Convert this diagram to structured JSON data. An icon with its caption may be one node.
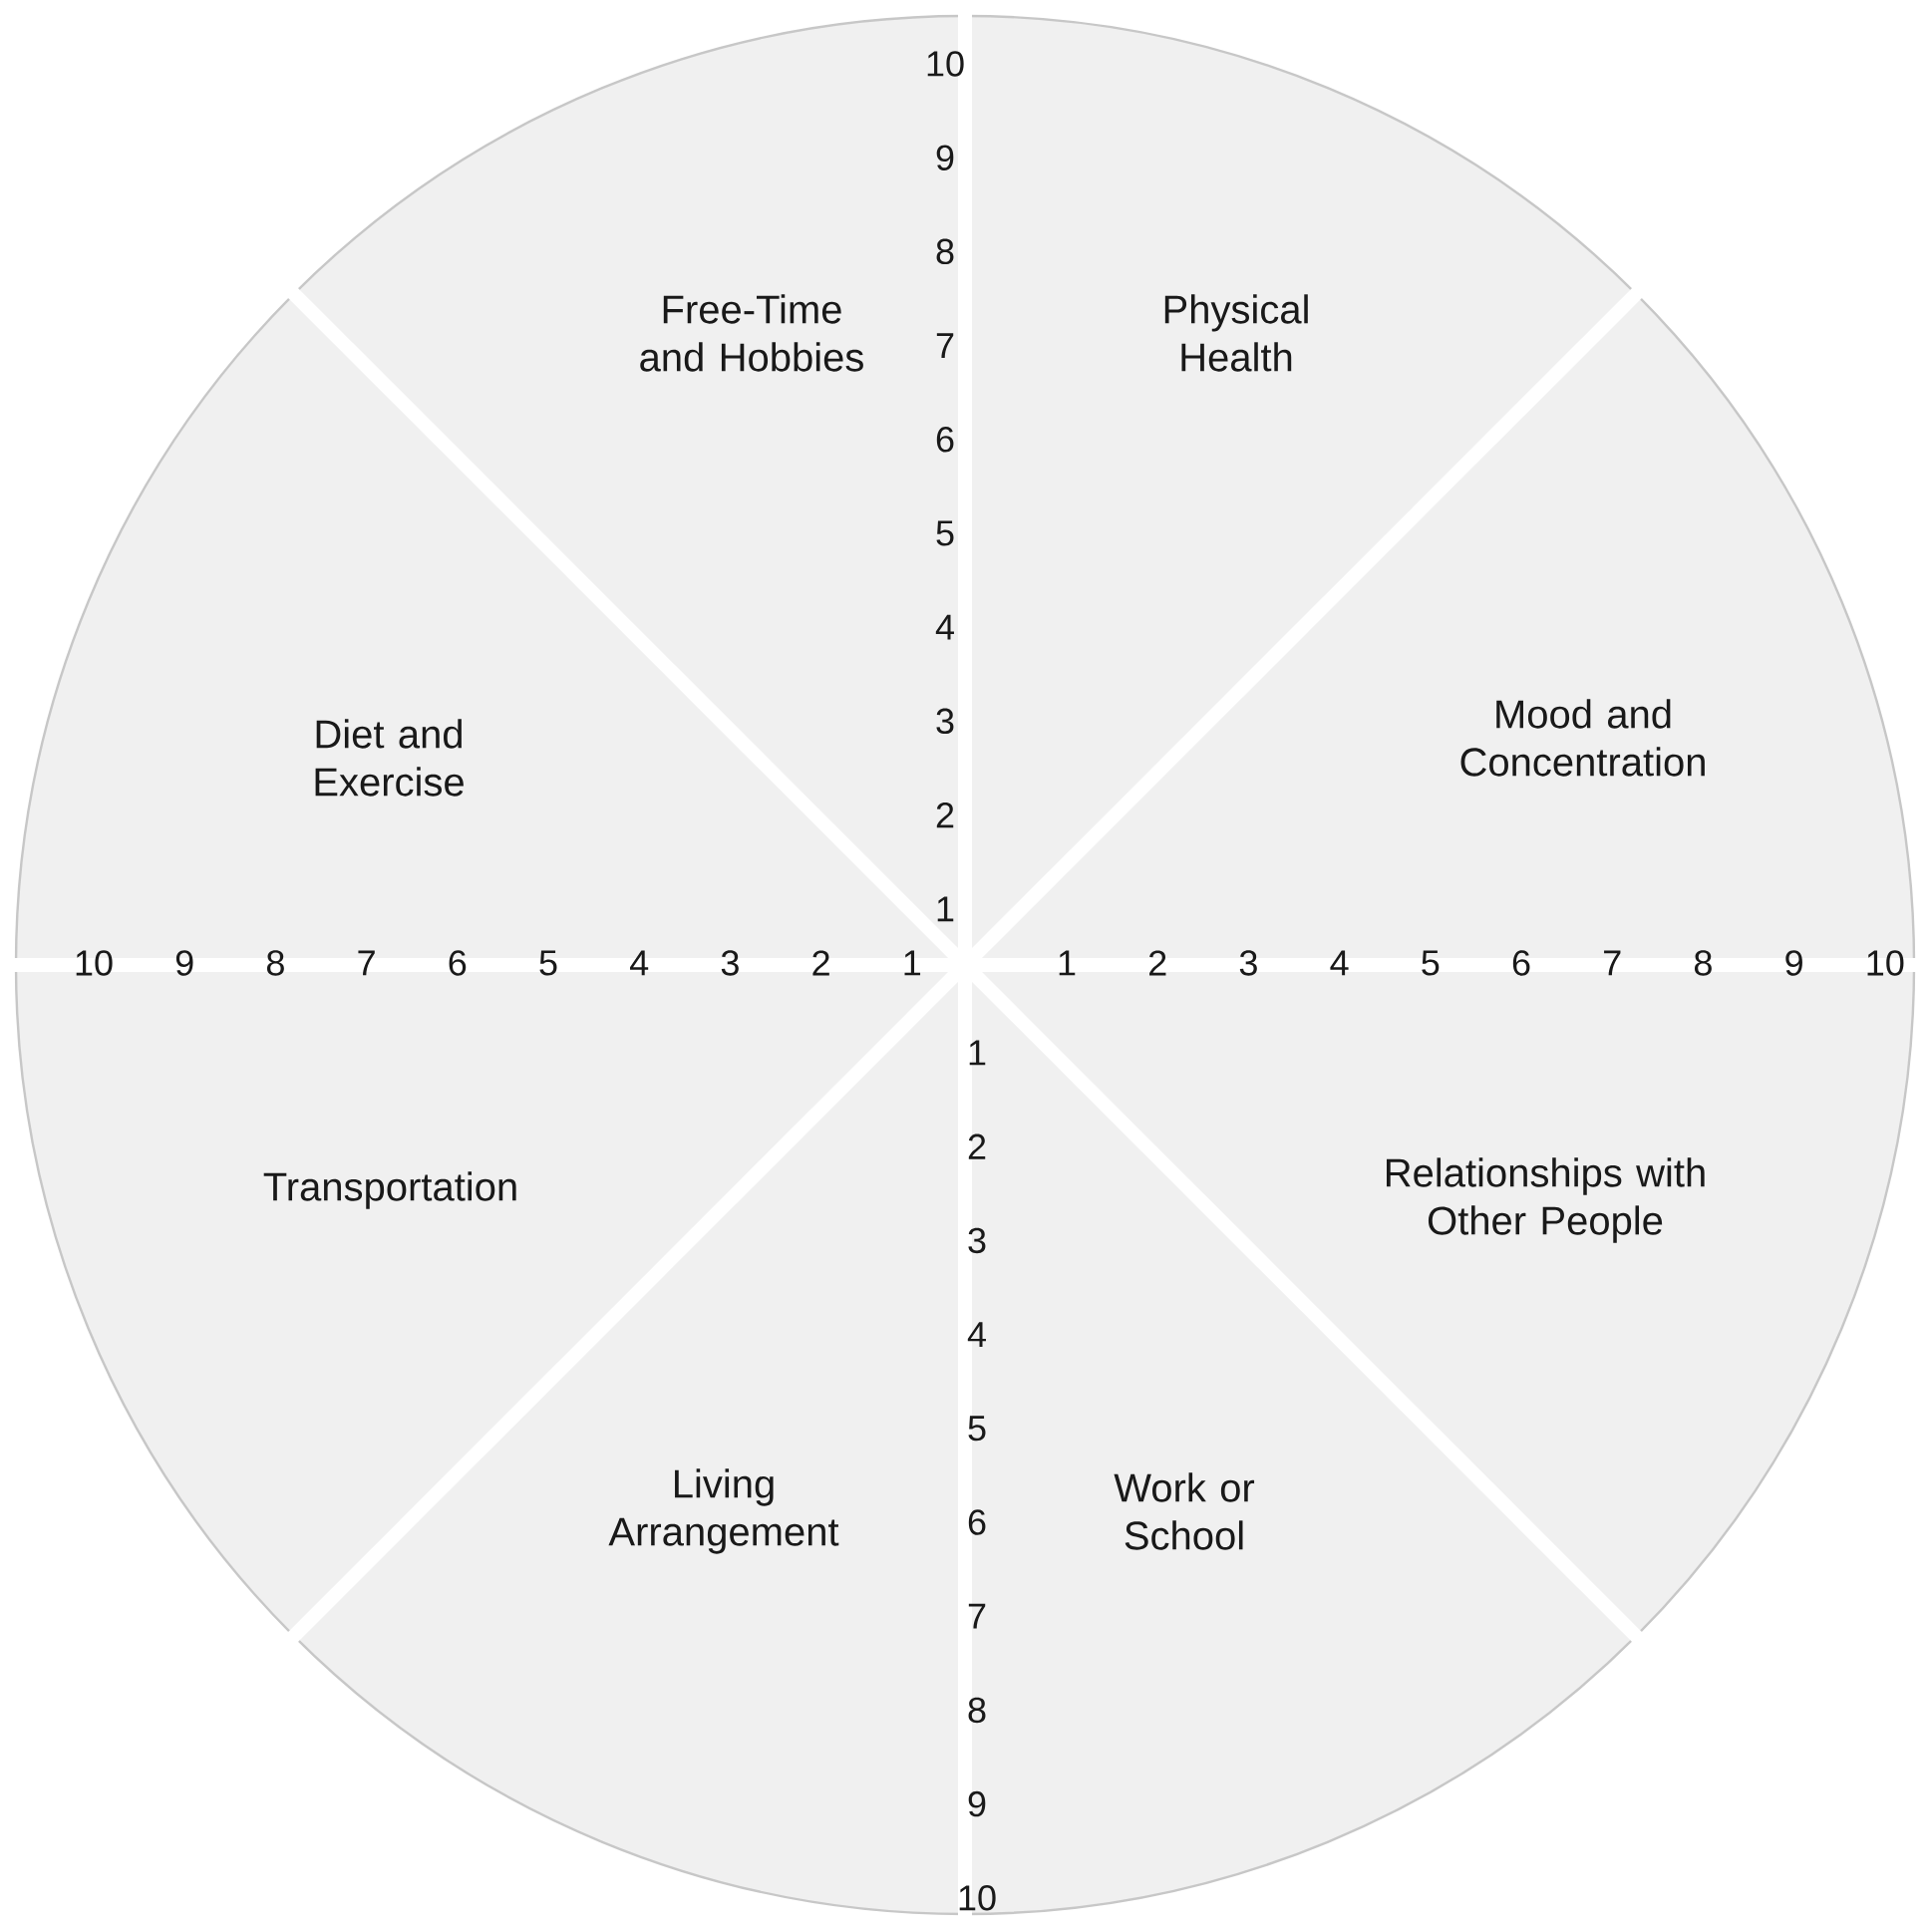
{
  "diagram": {
    "nodes": [
      {
        "text": [
          "Free-Time and Hobbies"
        ]
      },
      {
        "text": [
          "Physical Health"
        ]
      },
      {
        "text": [
          "Mood and Concentration"
        ]
      },
      {
        "text": [
          "Relationships with Other People"
        ]
      },
      {
        "text": [
          "Work or School"
        ]
      },
      {
        "text": [
          "Living Arrangement"
        ]
      },
      {
        "text": [
          "Transportation"
        ]
      },
      {
        "text": [
          "Diet and Exercise"
        ]
      }
    ],
    "labels": [
      "10",
      "9",
      "8",
      "7",
      "6",
      "5",
      "4",
      "3",
      "2",
      "1",
      "10",
      "9",
      "8",
      "7",
      "6",
      "5",
      "4",
      "3",
      "2",
      "1",
      "1",
      "2",
      "3",
      "4",
      "5",
      "6",
      "7",
      "8",
      "9",
      "10",
      "1",
      "2",
      "3",
      "4",
      "5",
      "6",
      "7",
      "8",
      "9",
      "10"
    ]
  }
}
